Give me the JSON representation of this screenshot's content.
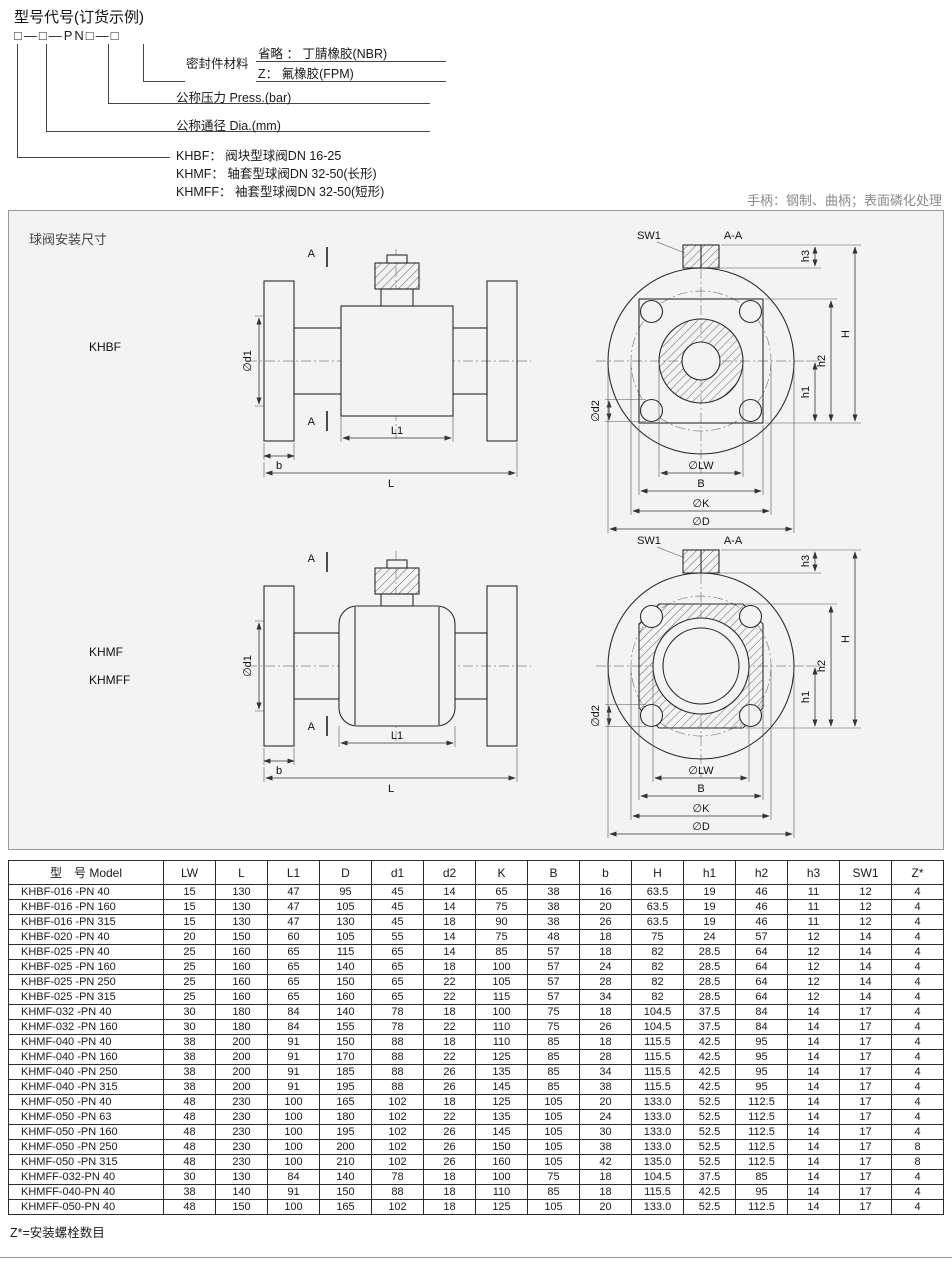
{
  "header": {
    "title": "型号代号(订货示例)",
    "code_pattern": "□—□—PN□—□",
    "seal": {
      "label": "密封件材料",
      "options": [
        "省略 ： 丁腈橡胶(NBR)",
        "Z： 氟橡胶(FPM)"
      ]
    },
    "pressure_label": "公称压力 Press.(bar)",
    "diameter_label": "公称通径 Dia.(mm)",
    "models": [
      "KHBF： 阀块型球阀DN 16-25",
      "KHMF： 轴套型球阀DN 32-50(长形)",
      "KHMFF： 袖套型球阀DN 32-50(短形)"
    ],
    "handle_note": "手柄：钢制、曲柄；表面磷化处理"
  },
  "drawing": {
    "panel_title": "球阀安装尺寸",
    "view1_label": "KHBF",
    "view2_label_1": "KHMF",
    "view2_label_2": "KHMFF",
    "labels": {
      "A": "A",
      "AA": "A-A",
      "SW1": "SW1",
      "h1": "h1",
      "h2": "h2",
      "h3": "h3",
      "H": "H",
      "d1": "∅d1",
      "d2": "∅d2",
      "L1": "L1",
      "b": "b",
      "L": "L",
      "LW": "∅LW",
      "B": "B",
      "K": "∅K",
      "D": "∅D"
    }
  },
  "table": {
    "headers": [
      "型　号 Model",
      "LW",
      "L",
      "L1",
      "D",
      "d1",
      "d2",
      "K",
      "B",
      "b",
      "H",
      "h1",
      "h2",
      "h3",
      "SW1",
      "Z*"
    ],
    "rows": [
      [
        "KHBF-016 -PN 40",
        "15",
        "130",
        "47",
        "95",
        "45",
        "14",
        "65",
        "38",
        "16",
        "63.5",
        "19",
        "46",
        "11",
        "12",
        "4"
      ],
      [
        "KHBF-016 -PN 160",
        "15",
        "130",
        "47",
        "105",
        "45",
        "14",
        "75",
        "38",
        "20",
        "63.5",
        "19",
        "46",
        "11",
        "12",
        "4"
      ],
      [
        "KHBF-016 -PN 315",
        "15",
        "130",
        "47",
        "130",
        "45",
        "18",
        "90",
        "38",
        "26",
        "63.5",
        "19",
        "46",
        "11",
        "12",
        "4"
      ],
      [
        "KHBF-020 -PN 40",
        "20",
        "150",
        "60",
        "105",
        "55",
        "14",
        "75",
        "48",
        "18",
        "75",
        "24",
        "57",
        "12",
        "14",
        "4"
      ],
      [
        "KHBF-025 -PN 40",
        "25",
        "160",
        "65",
        "115",
        "65",
        "14",
        "85",
        "57",
        "18",
        "82",
        "28.5",
        "64",
        "12",
        "14",
        "4"
      ],
      [
        "KHBF-025 -PN 160",
        "25",
        "160",
        "65",
        "140",
        "65",
        "18",
        "100",
        "57",
        "24",
        "82",
        "28.5",
        "64",
        "12",
        "14",
        "4"
      ],
      [
        "KHBF-025 -PN 250",
        "25",
        "160",
        "65",
        "150",
        "65",
        "22",
        "105",
        "57",
        "28",
        "82",
        "28.5",
        "64",
        "12",
        "14",
        "4"
      ],
      [
        "KHBF-025 -PN 315",
        "25",
        "160",
        "65",
        "160",
        "65",
        "22",
        "115",
        "57",
        "34",
        "82",
        "28.5",
        "64",
        "12",
        "14",
        "4"
      ],
      [
        "KHMF-032 -PN 40",
        "30",
        "180",
        "84",
        "140",
        "78",
        "18",
        "100",
        "75",
        "18",
        "104.5",
        "37.5",
        "84",
        "14",
        "17",
        "4"
      ],
      [
        "KHMF-032 -PN 160",
        "30",
        "180",
        "84",
        "155",
        "78",
        "22",
        "110",
        "75",
        "26",
        "104.5",
        "37.5",
        "84",
        "14",
        "17",
        "4"
      ],
      [
        "KHMF-040 -PN 40",
        "38",
        "200",
        "91",
        "150",
        "88",
        "18",
        "110",
        "85",
        "18",
        "115.5",
        "42.5",
        "95",
        "14",
        "17",
        "4"
      ],
      [
        "KHMF-040 -PN 160",
        "38",
        "200",
        "91",
        "170",
        "88",
        "22",
        "125",
        "85",
        "28",
        "115.5",
        "42.5",
        "95",
        "14",
        "17",
        "4"
      ],
      [
        "KHMF-040 -PN 250",
        "38",
        "200",
        "91",
        "185",
        "88",
        "26",
        "135",
        "85",
        "34",
        "115.5",
        "42.5",
        "95",
        "14",
        "17",
        "4"
      ],
      [
        "KHMF-040 -PN 315",
        "38",
        "200",
        "91",
        "195",
        "88",
        "26",
        "145",
        "85",
        "38",
        "115.5",
        "42.5",
        "95",
        "14",
        "17",
        "4"
      ],
      [
        "KHMF-050 -PN 40",
        "48",
        "230",
        "100",
        "165",
        "102",
        "18",
        "125",
        "105",
        "20",
        "133.0",
        "52.5",
        "112.5",
        "14",
        "17",
        "4"
      ],
      [
        "KHMF-050 -PN 63",
        "48",
        "230",
        "100",
        "180",
        "102",
        "22",
        "135",
        "105",
        "24",
        "133.0",
        "52.5",
        "112.5",
        "14",
        "17",
        "4"
      ],
      [
        "KHMF-050 -PN 160",
        "48",
        "230",
        "100",
        "195",
        "102",
        "26",
        "145",
        "105",
        "30",
        "133.0",
        "52.5",
        "112.5",
        "14",
        "17",
        "4"
      ],
      [
        "KHMF-050 -PN 250",
        "48",
        "230",
        "100",
        "200",
        "102",
        "26",
        "150",
        "105",
        "38",
        "133.0",
        "52.5",
        "112.5",
        "14",
        "17",
        "8"
      ],
      [
        "KHMF-050 -PN 315",
        "48",
        "230",
        "100",
        "210",
        "102",
        "26",
        "160",
        "105",
        "42",
        "135.0",
        "52.5",
        "112.5",
        "14",
        "17",
        "8"
      ],
      [
        "KHMFF-032-PN 40",
        "30",
        "130",
        "84",
        "140",
        "78",
        "18",
        "100",
        "75",
        "18",
        "104.5",
        "37.5",
        "85",
        "14",
        "17",
        "4"
      ],
      [
        "KHMFF-040-PN 40",
        "38",
        "140",
        "91",
        "150",
        "88",
        "18",
        "110",
        "85",
        "18",
        "115.5",
        "42.5",
        "95",
        "14",
        "17",
        "4"
      ],
      [
        "KHMFF-050-PN 40",
        "48",
        "150",
        "100",
        "165",
        "102",
        "18",
        "125",
        "105",
        "20",
        "133.0",
        "52.5",
        "112.5",
        "14",
        "17",
        "4"
      ]
    ]
  },
  "footer": {
    "note": "Z*=安装螺栓数目"
  },
  "colors": {
    "panel_bg": "#f3f3f3",
    "line_color": "#333333",
    "note_gray": "#8a8a8a"
  }
}
